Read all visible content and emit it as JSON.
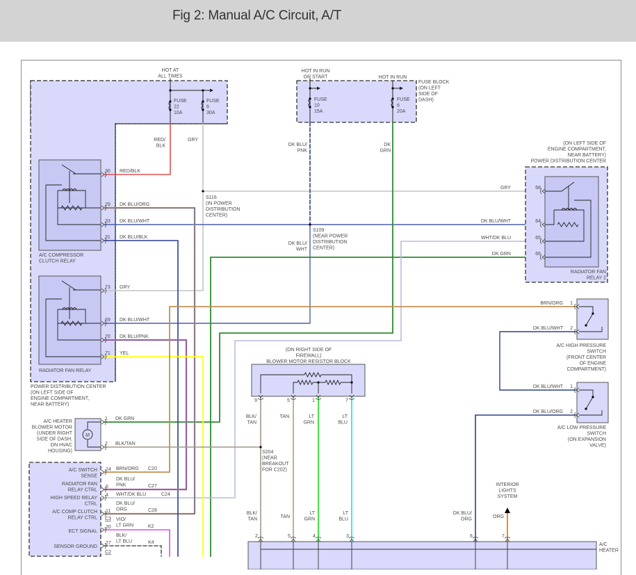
{
  "header": {
    "title": "Fig 2: Manual A/C Circuit, A/T"
  },
  "colors": {
    "header_bg": "#d3d3d3",
    "component_fill": "#d9d9fb",
    "red_blk": "#e05050",
    "gry": "#c4c4c4",
    "dk_blu": "#2c3e8c",
    "dk_blu_wht": "#4a5ea8",
    "dk_blu_org": "#2c3e8c",
    "dk_grn": "#2e8b2e",
    "brn_org": "#c09050",
    "yel": "#ffff20",
    "blk_tan": "#a09888",
    "tan": "#b0a070",
    "lt_grn": "#33dd33",
    "lt_blu": "#33e0e8",
    "vio_lt_grn": "#e050e0",
    "org": "#f08010",
    "wht_dk_blu": "#b8bcd8",
    "dk_blu_pnk": "#3a2a8a"
  },
  "power": {
    "hot_at_all_times": [
      "HOT AT",
      "ALL TIMES"
    ],
    "fuse22": [
      "FUSE",
      "22",
      "10A"
    ],
    "fuse6_pdc": [
      "FUSE",
      "6",
      "30A"
    ],
    "hot_in_run_or_start": [
      "HOT IN RUN",
      "OR START"
    ],
    "hot_in_run": "HOT IN RUN",
    "fuse10": [
      "FUSE",
      "10",
      "15A"
    ],
    "fuse6_dash": [
      "FUSE",
      "6",
      "20A"
    ],
    "fuse_block_label": [
      "FUSE BLOCK",
      "(ON LEFT",
      "SIDE OF",
      "DASH)"
    ]
  },
  "wire_labels": {
    "red_blk_vert": [
      "RED/",
      "BLK"
    ],
    "gry_vert": "GRY",
    "dk_blu_pnk_vert": [
      "DK BLU/",
      "PNK"
    ],
    "dk_grn_vert": [
      "DK",
      "GRN"
    ],
    "dk_blu_wht_vert": [
      "DK BLU/",
      "WHT"
    ]
  },
  "splices": {
    "s116": [
      "S116",
      "(IN POWER",
      "DISTRIBUTION",
      "CENTER)"
    ],
    "s109": [
      "S109",
      "(NEAR POWER",
      "DISTRIBUTION",
      "CENTER)"
    ],
    "s204": [
      "S204",
      "(NEAR",
      "BREAKOUT",
      "FOR C202)"
    ]
  },
  "ac_clutch_relay": {
    "name": [
      "A/C COMPRESSOR",
      "CLUTCH RELAY"
    ],
    "pins": [
      {
        "pin": "30",
        "wire": "RED/BLK"
      },
      {
        "pin": "29",
        "wire": "DK BLU/ORG"
      },
      {
        "pin": "33",
        "wire": "DK BLU/WHT"
      },
      {
        "pin": "31",
        "wire": "DK BLU/BLK"
      }
    ]
  },
  "rad_fan_relay": {
    "name": "RADIATOR FAN RELAY",
    "pins": [
      {
        "pin": "73",
        "wire": "GRY"
      },
      {
        "pin": "69",
        "wire": "DK BLU/WHT"
      },
      {
        "pin": "70",
        "wire": "DK BLU/PNK"
      },
      {
        "pin": "71",
        "wire": "YEL"
      }
    ],
    "pdc_label": [
      "POWER DISTRIBUTION CENTER",
      "(ON LEFT SIDE OF",
      "ENGINE COMPARTMENT,",
      "NEAR BATTERY)"
    ]
  },
  "rad_fan_relay2": {
    "location": [
      "(ON LEFT SIDE OF",
      "ENGINE COMPARTMENT,",
      "NEAR BATTERY)",
      "POWER DISTRIBUTION CENTER"
    ],
    "name": [
      "RADIATOR FAN",
      "RELAY 2"
    ],
    "pins": [
      {
        "pin": "68",
        "wire": "GRY"
      },
      {
        "pin": "64",
        "wire": "DK BLU/WHT"
      },
      {
        "pin": "65",
        "wire": "WHT/DK BLU"
      },
      {
        "pin": "66",
        "wire": "DK GRN"
      }
    ]
  },
  "high_pressure_switch": {
    "name": [
      "A/C HIGH PRESSURE",
      "SWITCH",
      "(FRONT CENTER",
      "OF ENGINE",
      "COMPARTMENT)"
    ],
    "pins": [
      {
        "pin": "1",
        "wire": "BRN/ORG"
      },
      {
        "pin": "2",
        "wire": "DK BLU/WHT"
      }
    ]
  },
  "low_pressure_switch": {
    "name": [
      "A/C LOW PRESSURE",
      "SWITCH",
      "(ON EXPANSION",
      "VALVE)"
    ],
    "pins": [
      {
        "pin": "1",
        "wire": "DK BLU/WHT"
      },
      {
        "pin": "2",
        "wire": "DK BLU/ORG"
      }
    ]
  },
  "resistor_block": {
    "name": [
      "(ON RIGHT SIDE OF",
      "FIREWALL)",
      "BLOWER MOTOR RESISTOR BLOCK"
    ],
    "pins": [
      {
        "pin": "9",
        "wire": [
          "BLK/",
          "TAN"
        ]
      },
      {
        "pin": "5",
        "wire": [
          "TAN"
        ]
      },
      {
        "pin": "1",
        "wire": [
          "LT",
          "GRN"
        ]
      },
      {
        "pin": "7",
        "wire": [
          "LT",
          "BLU"
        ]
      }
    ]
  },
  "blower_motor": {
    "name": [
      "A/C HEATER",
      "BLOWER MOTOR",
      "(UNDER RIGHT",
      "SIDE OF DASH,",
      "ON HVAC",
      "HOUSING)"
    ],
    "symbol": "M",
    "pins": [
      {
        "pin": "1",
        "wire": "DK GRN"
      },
      {
        "pin": "2",
        "wire": "BLK/TAN"
      }
    ]
  },
  "pcm": {
    "rows": [
      {
        "label": [
          "A/C SWITCH",
          "SENSE"
        ],
        "pin": "24",
        "wire": [
          "BRN/ORG"
        ],
        "conn": "C20"
      },
      {
        "label": [
          "RADIATOR FAN",
          "RELAY CTRL"
        ],
        "pin": "6",
        "wire": [
          "DK BLU/",
          "PNK"
        ],
        "conn": "C27"
      },
      {
        "label": [
          "HIGH SPEED RELAY",
          "CTRL"
        ],
        "pin": "4",
        "wire": [
          "WHT/DK BLU"
        ],
        "conn": "C24"
      },
      {
        "label": [
          "A/C COMP CLUTCH",
          "RELAY CTRL"
        ],
        "pin": "11",
        "wire": [
          "DK BLU/",
          "ORG"
        ],
        "conn": "C28"
      },
      {
        "label": [
          "ECT SIGNAL"
        ],
        "pin": "20",
        "wire": [
          "VIO/",
          "LT GRN"
        ],
        "conn": "K2"
      },
      {
        "label": [
          "SENSOR GROUND"
        ],
        "pin": "27",
        "wire": [
          "BLK/",
          "LT BLU"
        ],
        "conn": "K4"
      }
    ],
    "connector_c3": "C3",
    "connector_c2": "C2"
  },
  "hvac_control": {
    "name": [
      "A/C",
      "HEATER"
    ],
    "pins": [
      {
        "pin": "2",
        "wire": [
          "BLK/",
          "TAN"
        ]
      },
      {
        "pin": "5",
        "wire": [
          "TAN"
        ]
      },
      {
        "pin": "4",
        "wire": [
          "LT",
          "GRN"
        ]
      },
      {
        "pin": "3",
        "wire": [
          "LT",
          "BLU"
        ]
      },
      {
        "pin": "6",
        "wire": [
          "DK BLU/",
          "ORG"
        ]
      },
      {
        "pin": "7",
        "wire": [
          "ORG"
        ]
      }
    ],
    "interior_lights": [
      "INTERIOR",
      "LIGHTS",
      "SYSTEM"
    ]
  }
}
